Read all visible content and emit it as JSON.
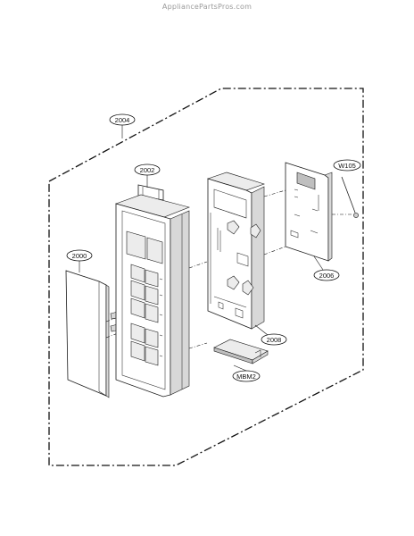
{
  "watermark": "AppliancePartsPros.com",
  "callouts": {
    "assembly": "2004",
    "front_frame": "2002",
    "door_cover": "2000",
    "holder": "2008",
    "pcb": "2006",
    "screw": "W105",
    "membrane": "MBM2"
  }
}
